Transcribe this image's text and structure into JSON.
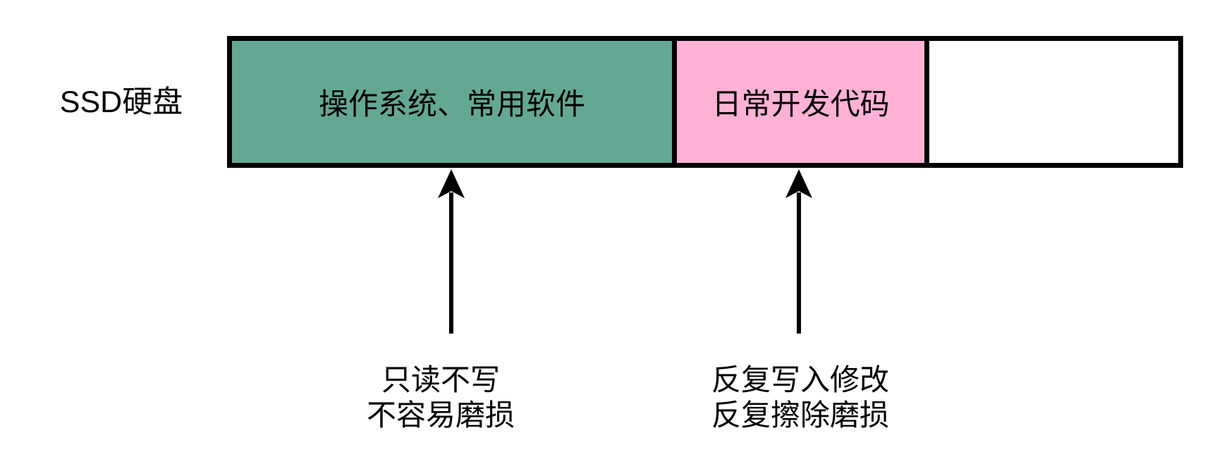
{
  "diagram": {
    "disk_label": "SSD硬盘",
    "outline_color": "#000000",
    "segments": [
      {
        "label": "操作系统、常用软件",
        "fill": "#64A894",
        "width_pct": 46.5
      },
      {
        "label": "日常开发代码",
        "fill": "#FFB2D5",
        "width_pct": 26.7
      },
      {
        "label": "",
        "fill": "#FFFFFF",
        "width_pct": 26.8
      }
    ],
    "annotations": [
      {
        "line1": "只读不写",
        "line2": "不容易磨损",
        "points_to": "操作系统、常用软件"
      },
      {
        "line1": "反复写入修改",
        "line2": "反复擦除磨损",
        "points_to": "日常开发代码"
      }
    ]
  }
}
